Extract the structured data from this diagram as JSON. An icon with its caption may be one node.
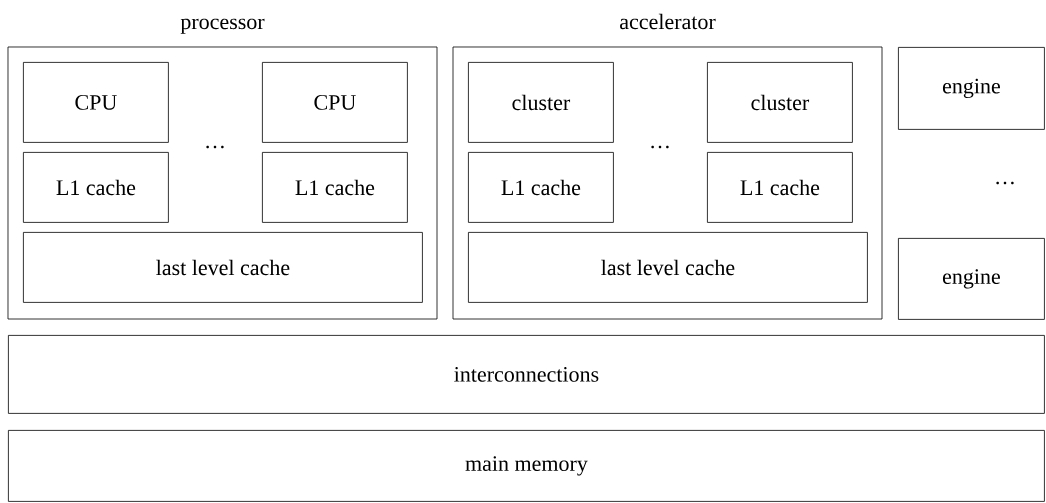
{
  "diagram": {
    "nodes": [
      {
        "text": [
          "processor"
        ]
      },
      {
        "text": [
          "CPU"
        ],
        "in": 0
      },
      {
        "text": [
          "CPU"
        ],
        "in": 0
      },
      {
        "text": [
          "L1 cache"
        ],
        "in": 0
      },
      {
        "text": [
          "L1 cache"
        ],
        "in": 0
      },
      {
        "text": [
          "last level cache"
        ],
        "in": 0
      },
      {
        "text": [
          "accelerator"
        ]
      },
      {
        "text": [
          "cluster"
        ],
        "in": 6
      },
      {
        "text": [
          "cluster"
        ],
        "in": 6
      },
      {
        "text": [
          "L1 cache"
        ],
        "in": 6
      },
      {
        "text": [
          "L1 cache"
        ],
        "in": 6
      },
      {
        "text": [
          "last level cache"
        ],
        "in": 6
      },
      {
        "text": [
          "engine"
        ]
      },
      {
        "text": [
          "engine"
        ]
      },
      {
        "text": [
          "interconnections"
        ]
      },
      {
        "text": [
          "main memory"
        ]
      }
    ],
    "labels": [
      "…",
      "…",
      "…"
    ]
  }
}
